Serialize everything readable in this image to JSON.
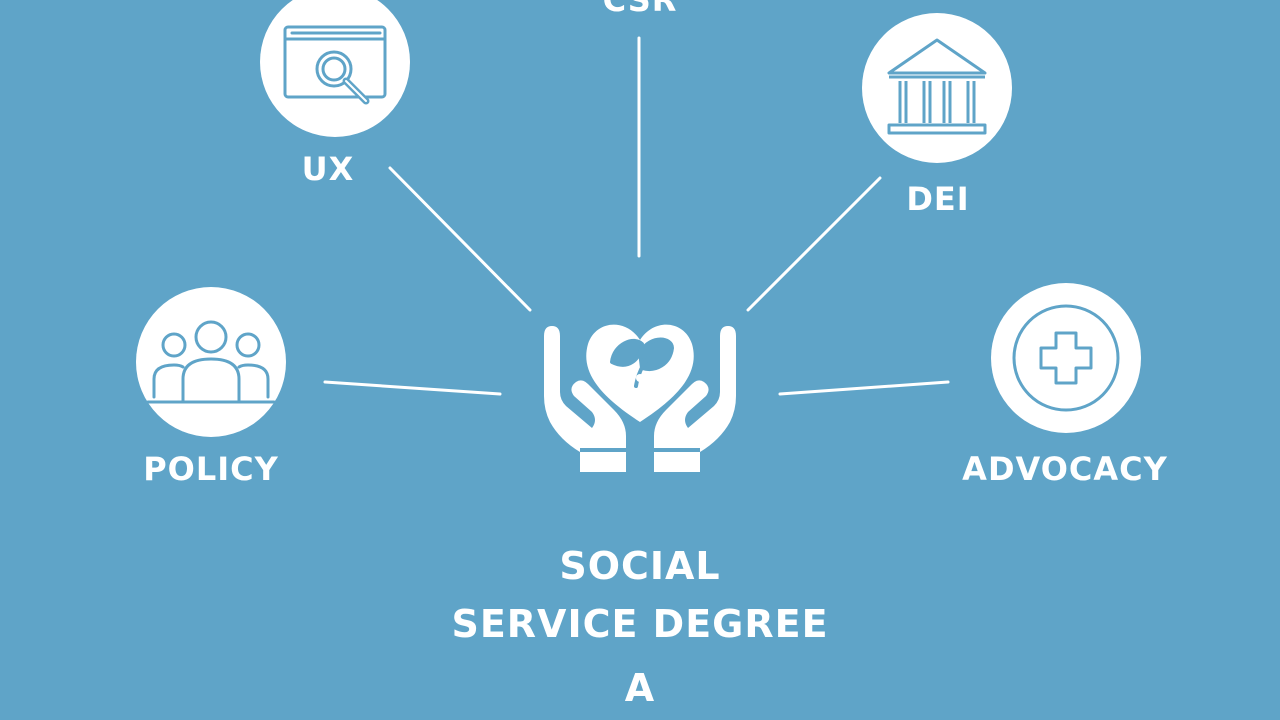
{
  "colors": {
    "background": "#5fa4c8",
    "foreground": "#ffffff",
    "icon_stroke": "#5fa4c8"
  },
  "nodes": {
    "csr": {
      "label": "CSR"
    },
    "ux": {
      "label": "UX",
      "icon": "browser-magnifier-icon"
    },
    "dei": {
      "label": "DEI",
      "icon": "institution-building-icon"
    },
    "policy": {
      "label": "POLICY",
      "icon": "people-group-icon"
    },
    "advocacy": {
      "label": "ADVOCACY",
      "icon": "medical-cross-icon"
    }
  },
  "center": {
    "icon": "hands-holding-heart-leaf-icon"
  },
  "title": {
    "line1": "SOCIAL",
    "line2": "SERVICE DEGREE",
    "line3": "A"
  }
}
